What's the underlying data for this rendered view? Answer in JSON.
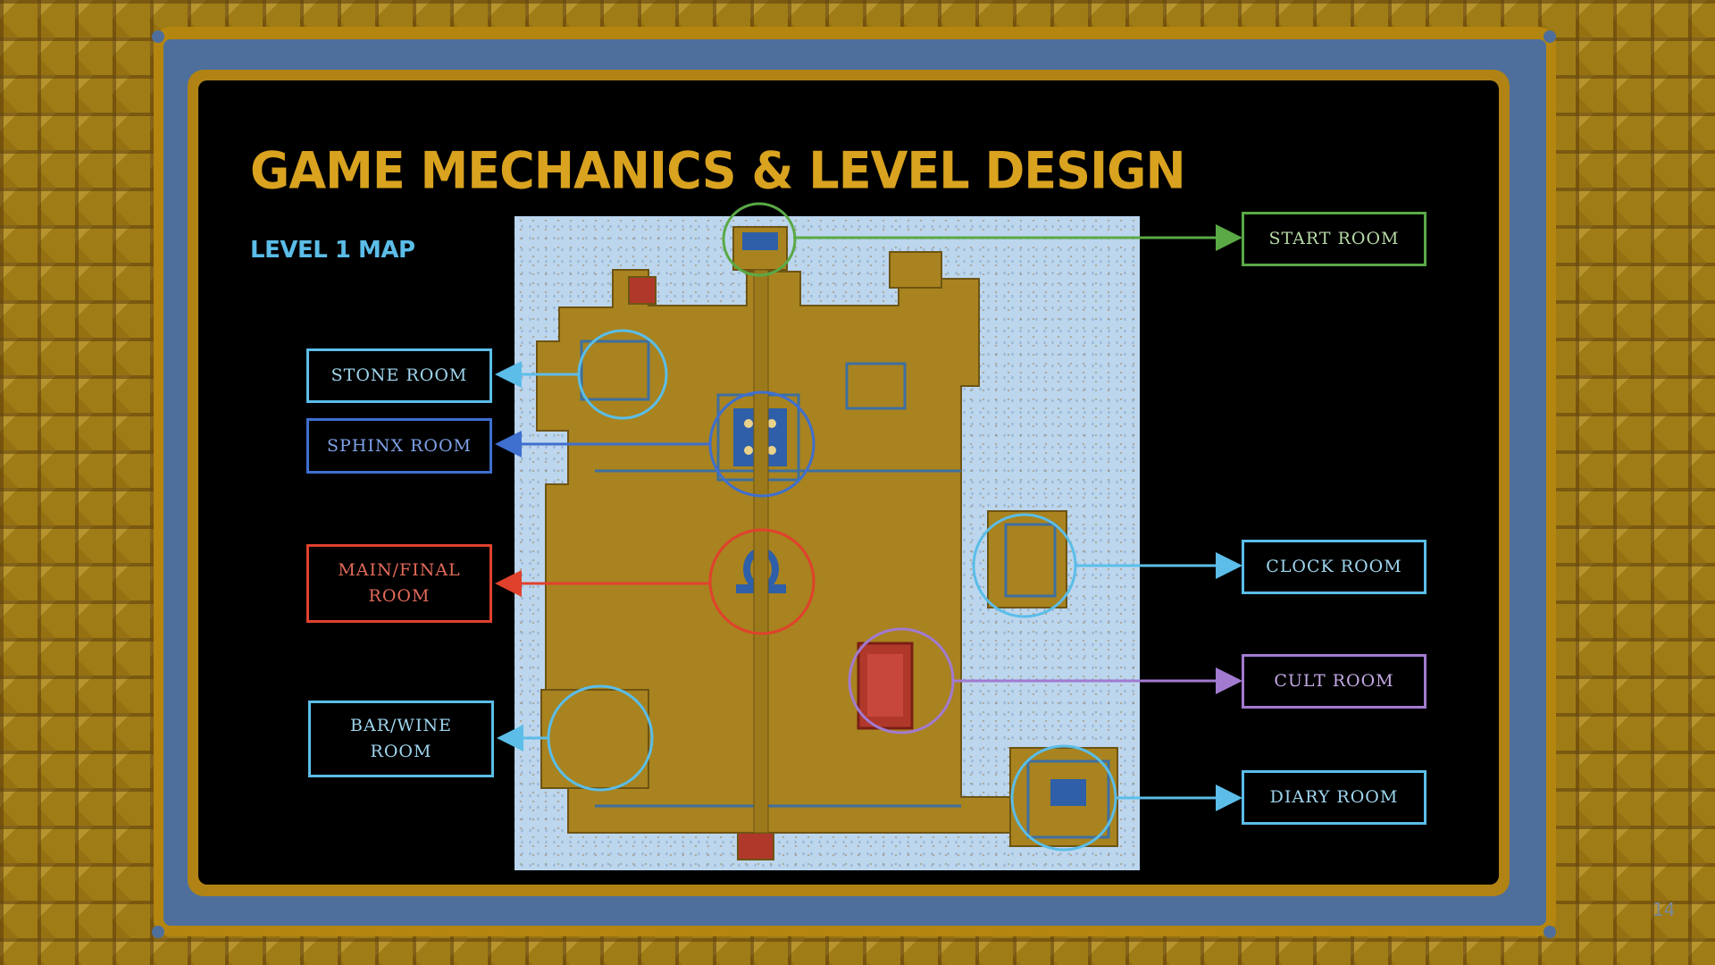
{
  "slide": {
    "title": "Game Mechanics & Level Design",
    "subtitle": "Level 1 Map",
    "page_number": "14"
  },
  "colors": {
    "title": "#d9a21f",
    "subtitle": "#5bbde8",
    "frame_blue": "#4e6f9c",
    "frame_gold": "#b08314",
    "start_green": "#5aa946",
    "stone_cyan": "#5bbde8",
    "sphinx_blue": "#3f6fcf",
    "main_red": "#e0412d",
    "cult_purple": "#a27ad0",
    "clock_cyan": "#5bbde8",
    "diary_cyan": "#5bbde8",
    "bar_cyan": "#5bbde8"
  },
  "rooms": {
    "start": "START ROOM",
    "stone": "STONE ROOM",
    "sphinx": "SPHINX ROOM",
    "main_line1": "MAIN/FINAL",
    "main_line2": "ROOM",
    "bar_line1": "BAR/WINE",
    "bar_line2": "ROOM",
    "clock": "CLOCK ROOM",
    "cult": "CULT ROOM",
    "diary": "DIARY ROOM"
  },
  "map": {
    "icon": "level-map-image"
  }
}
